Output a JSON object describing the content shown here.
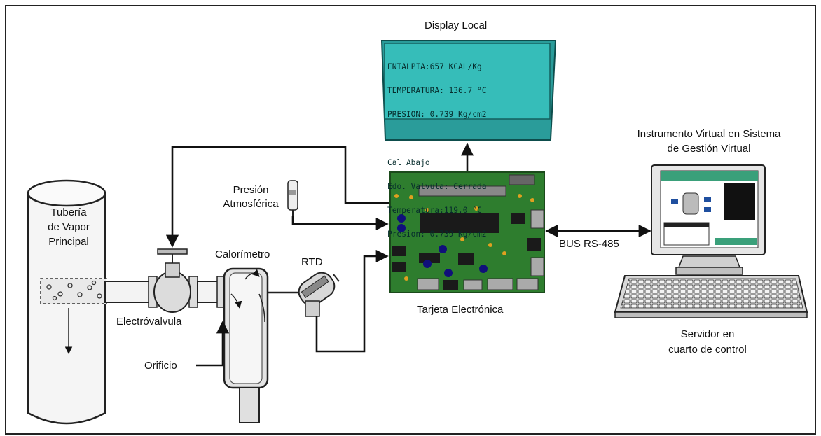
{
  "labels": {
    "display": "Display Local",
    "pipe": [
      "Tubería",
      "de Vapor",
      "Principal"
    ],
    "valve": "Electróvalvula",
    "orifice": "Orificio",
    "calorimeter": "Calorímetro",
    "rtd": "RTD",
    "pressure": [
      "Presión",
      "Atmosférica"
    ],
    "board": "Tarjeta Electrónica",
    "bus": "BUS RS-485",
    "virtual": [
      "Instrumento Virtual en Sistema",
      "de Gestión Virtual"
    ],
    "server": [
      "Servidor en",
      "cuarto de control"
    ]
  },
  "lcd_lines": [
    "ENTALPIA:657 KCAL/Kg",
    "TEMPERATURA: 136.7 °C",
    "PRESION: 0.739 Kg/cm2",
    "",
    "Cal Abajo",
    "Edo. Valvula: Cerrada",
    "Temperatura:119.0 °C",
    "Presion: 0.739 Kg/cm2"
  ],
  "colors": {
    "lcd_bg": "#2a9c9a",
    "lcd_screen": "#36bdb9",
    "board": "#2e7d2e",
    "monitor_screen": "#3aa07a"
  }
}
